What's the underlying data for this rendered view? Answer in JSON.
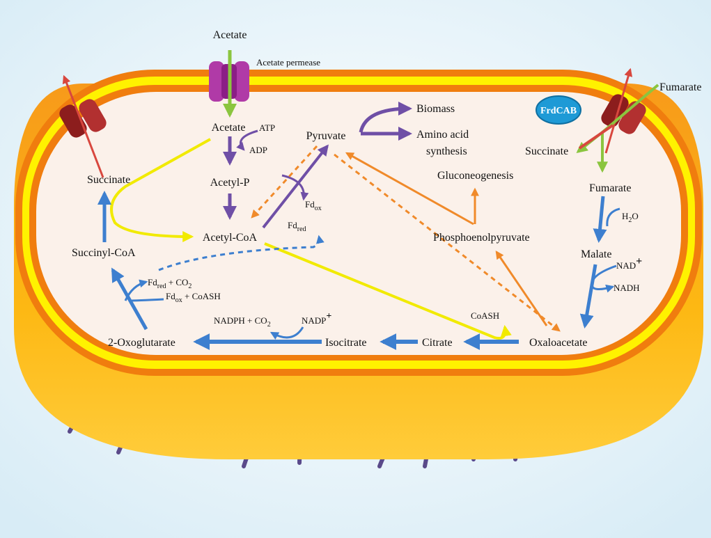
{
  "colors": {
    "blue": "#3d7fcf",
    "purple": "#6f4fa6",
    "yellow": "#f1ea00",
    "orange": "#f08a2a",
    "green": "#8bc53f",
    "red": "#d8473e",
    "membrane_outer": "#f07d0e",
    "membrane_inner": "#fff200",
    "cytoplasm": "#fbf1ea",
    "body_fill": "#fdb813",
    "flagella": "#5a4a8a",
    "porter": "#8c1d1d",
    "permease": "#b03aa7",
    "frdcab": "#1e9ad6"
  },
  "labels": {
    "acetate_ext": "Acetate",
    "acetate_permease": "Acetate permease",
    "acetate": "Acetate",
    "atp": "ATP",
    "adp": "ADP",
    "acetyl_p": "Acetyl-P",
    "acetyl_coa": "Acetyl-CoA",
    "pyruvate": "Pyruvate",
    "fd_ox_top": "Fd",
    "fd_ox_top_sub": "ox",
    "fd_red_top": "Fd",
    "fd_red_top_sub": "red",
    "biomass": "Biomass",
    "amino_acid_1": "Amino acid",
    "amino_acid_2": "synthesis",
    "gluconeogenesis": "Gluconeogenesis",
    "phosphoenolpyruvate": "Phosphoenolpyruvate",
    "succinate_left": "Succinate",
    "succinyl_coa": "Succinyl-CoA",
    "fd_red_co2": "Fd",
    "fd_red_co2_sub": "red",
    "fd_red_co2_tail": " + CO",
    "fd_red_co2_sub2": "2",
    "fd_ox_coash": "Fd",
    "fd_ox_coash_sub": "ox",
    "fd_ox_coash_tail": " + CoASH",
    "oxoglutarate": "2-Oxoglutarate",
    "nadph_co2": "NADPH + CO",
    "nadph_co2_sub": "2",
    "nadp": "NADP",
    "nadp_sup": "+",
    "isocitrate": "Isocitrate",
    "citrate": "Citrate",
    "coash": "CoASH",
    "oxaloacetate": "Oxaloacetate",
    "fumarate_ext": "Fumarate",
    "frdcab": "FrdCAB",
    "succinate_right": "Succinate",
    "fumarate": "Fumarate",
    "h2o": "H",
    "h2o_sub": "2",
    "h2o_tail": "O",
    "malate": "Malate",
    "nad": "NAD",
    "nad_sup": "+",
    "nadh": "NADH"
  }
}
